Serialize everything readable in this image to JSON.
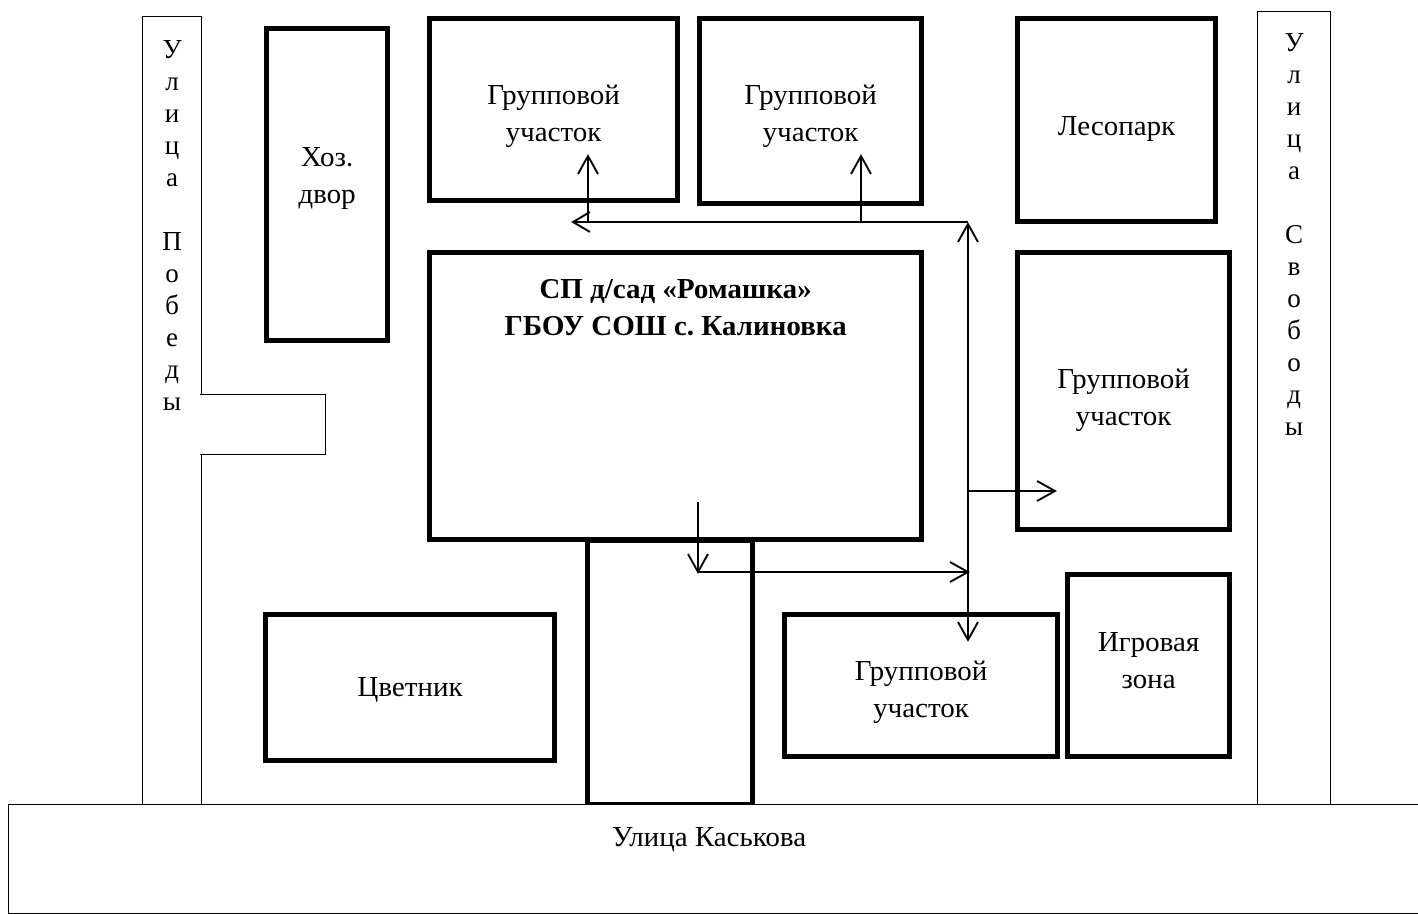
{
  "streets": {
    "left": {
      "letters": [
        "У",
        "л",
        "и",
        "ц",
        "а",
        "",
        "П",
        "о",
        "б",
        "е",
        "д",
        "ы"
      ]
    },
    "right": {
      "letters": [
        "У",
        "л",
        "и",
        "ц",
        "а",
        "",
        "С",
        "в",
        "о",
        "б",
        "о",
        "д",
        "ы"
      ]
    },
    "bottom": {
      "label": "Улица Каськова"
    }
  },
  "zones": {
    "household_yard": "Хоз.\nдвор",
    "group_plot_1": "Групповой\nучасток",
    "group_plot_2": "Групповой\nучасток",
    "forest_park": "Лесопарк",
    "main_building": "СП д/сад «Ромашка»\nГБОУ СОШ с. Калиновка",
    "group_plot_3": "Групповой\nучасток",
    "flower_bed": "Цветник",
    "group_plot_4": "Групповой\nучасток",
    "play_zone": "Игровая\nзона"
  }
}
